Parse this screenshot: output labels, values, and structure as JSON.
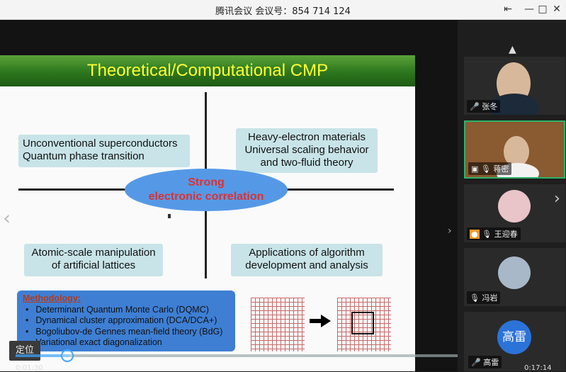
{
  "window": {
    "title": "腾讯会议 会议号：854 714 124",
    "controls": [
      "pin-icon",
      "minimize-icon",
      "maximize-icon",
      "close-icon"
    ]
  },
  "slide": {
    "title": "Theoretical/Computational CMP",
    "box_top_left": [
      "Unconventional superconductors",
      "Quantum phase transition"
    ],
    "box_top_right": [
      "Heavy-electron materials",
      "Universal scaling behavior",
      "and two-fluid theory"
    ],
    "box_bottom_left": [
      "Atomic-scale manipulation",
      "of artificial lattices"
    ],
    "box_bottom_right": [
      "Applications of algorithm",
      "development and analysis"
    ],
    "center": [
      "Strong",
      "electronic correlation"
    ],
    "methodology": {
      "title": "Methodology:",
      "items": [
        "Determinant Quantum Monte Carlo (DQMC)",
        "Dynamical cluster approximation (DCA/DCA+)",
        "Bogoliubov-de Gennes mean-field theory (BdG)",
        "Variational exact diagonalization"
      ]
    }
  },
  "player": {
    "locate_button": "定位",
    "elapsed": "0:01:30",
    "total": "0:17:14",
    "progress_fraction": 0.1
  },
  "participants": [
    {
      "name": "张冬",
      "mic": "mic-icon"
    },
    {
      "name": "蒋密",
      "mic": "mic-muted-icon",
      "active": true
    },
    {
      "name": "王迎春",
      "mic": "mic-muted-icon"
    },
    {
      "name": "冯岩",
      "mic": "mic-muted-icon"
    },
    {
      "name": "高雷",
      "avatar_text": "高雷",
      "mic": "mic-icon"
    }
  ],
  "colors": {
    "slide_title": "#ffff33",
    "header_green": "#2f7a1f",
    "box_fill": "#c8e4e8",
    "ellipse_fill": "#5599e6",
    "ellipse_text": "#e03030",
    "method_fill": "#3e7fd4",
    "progress": "#3ea6ff",
    "active_border": "#2db36b"
  }
}
